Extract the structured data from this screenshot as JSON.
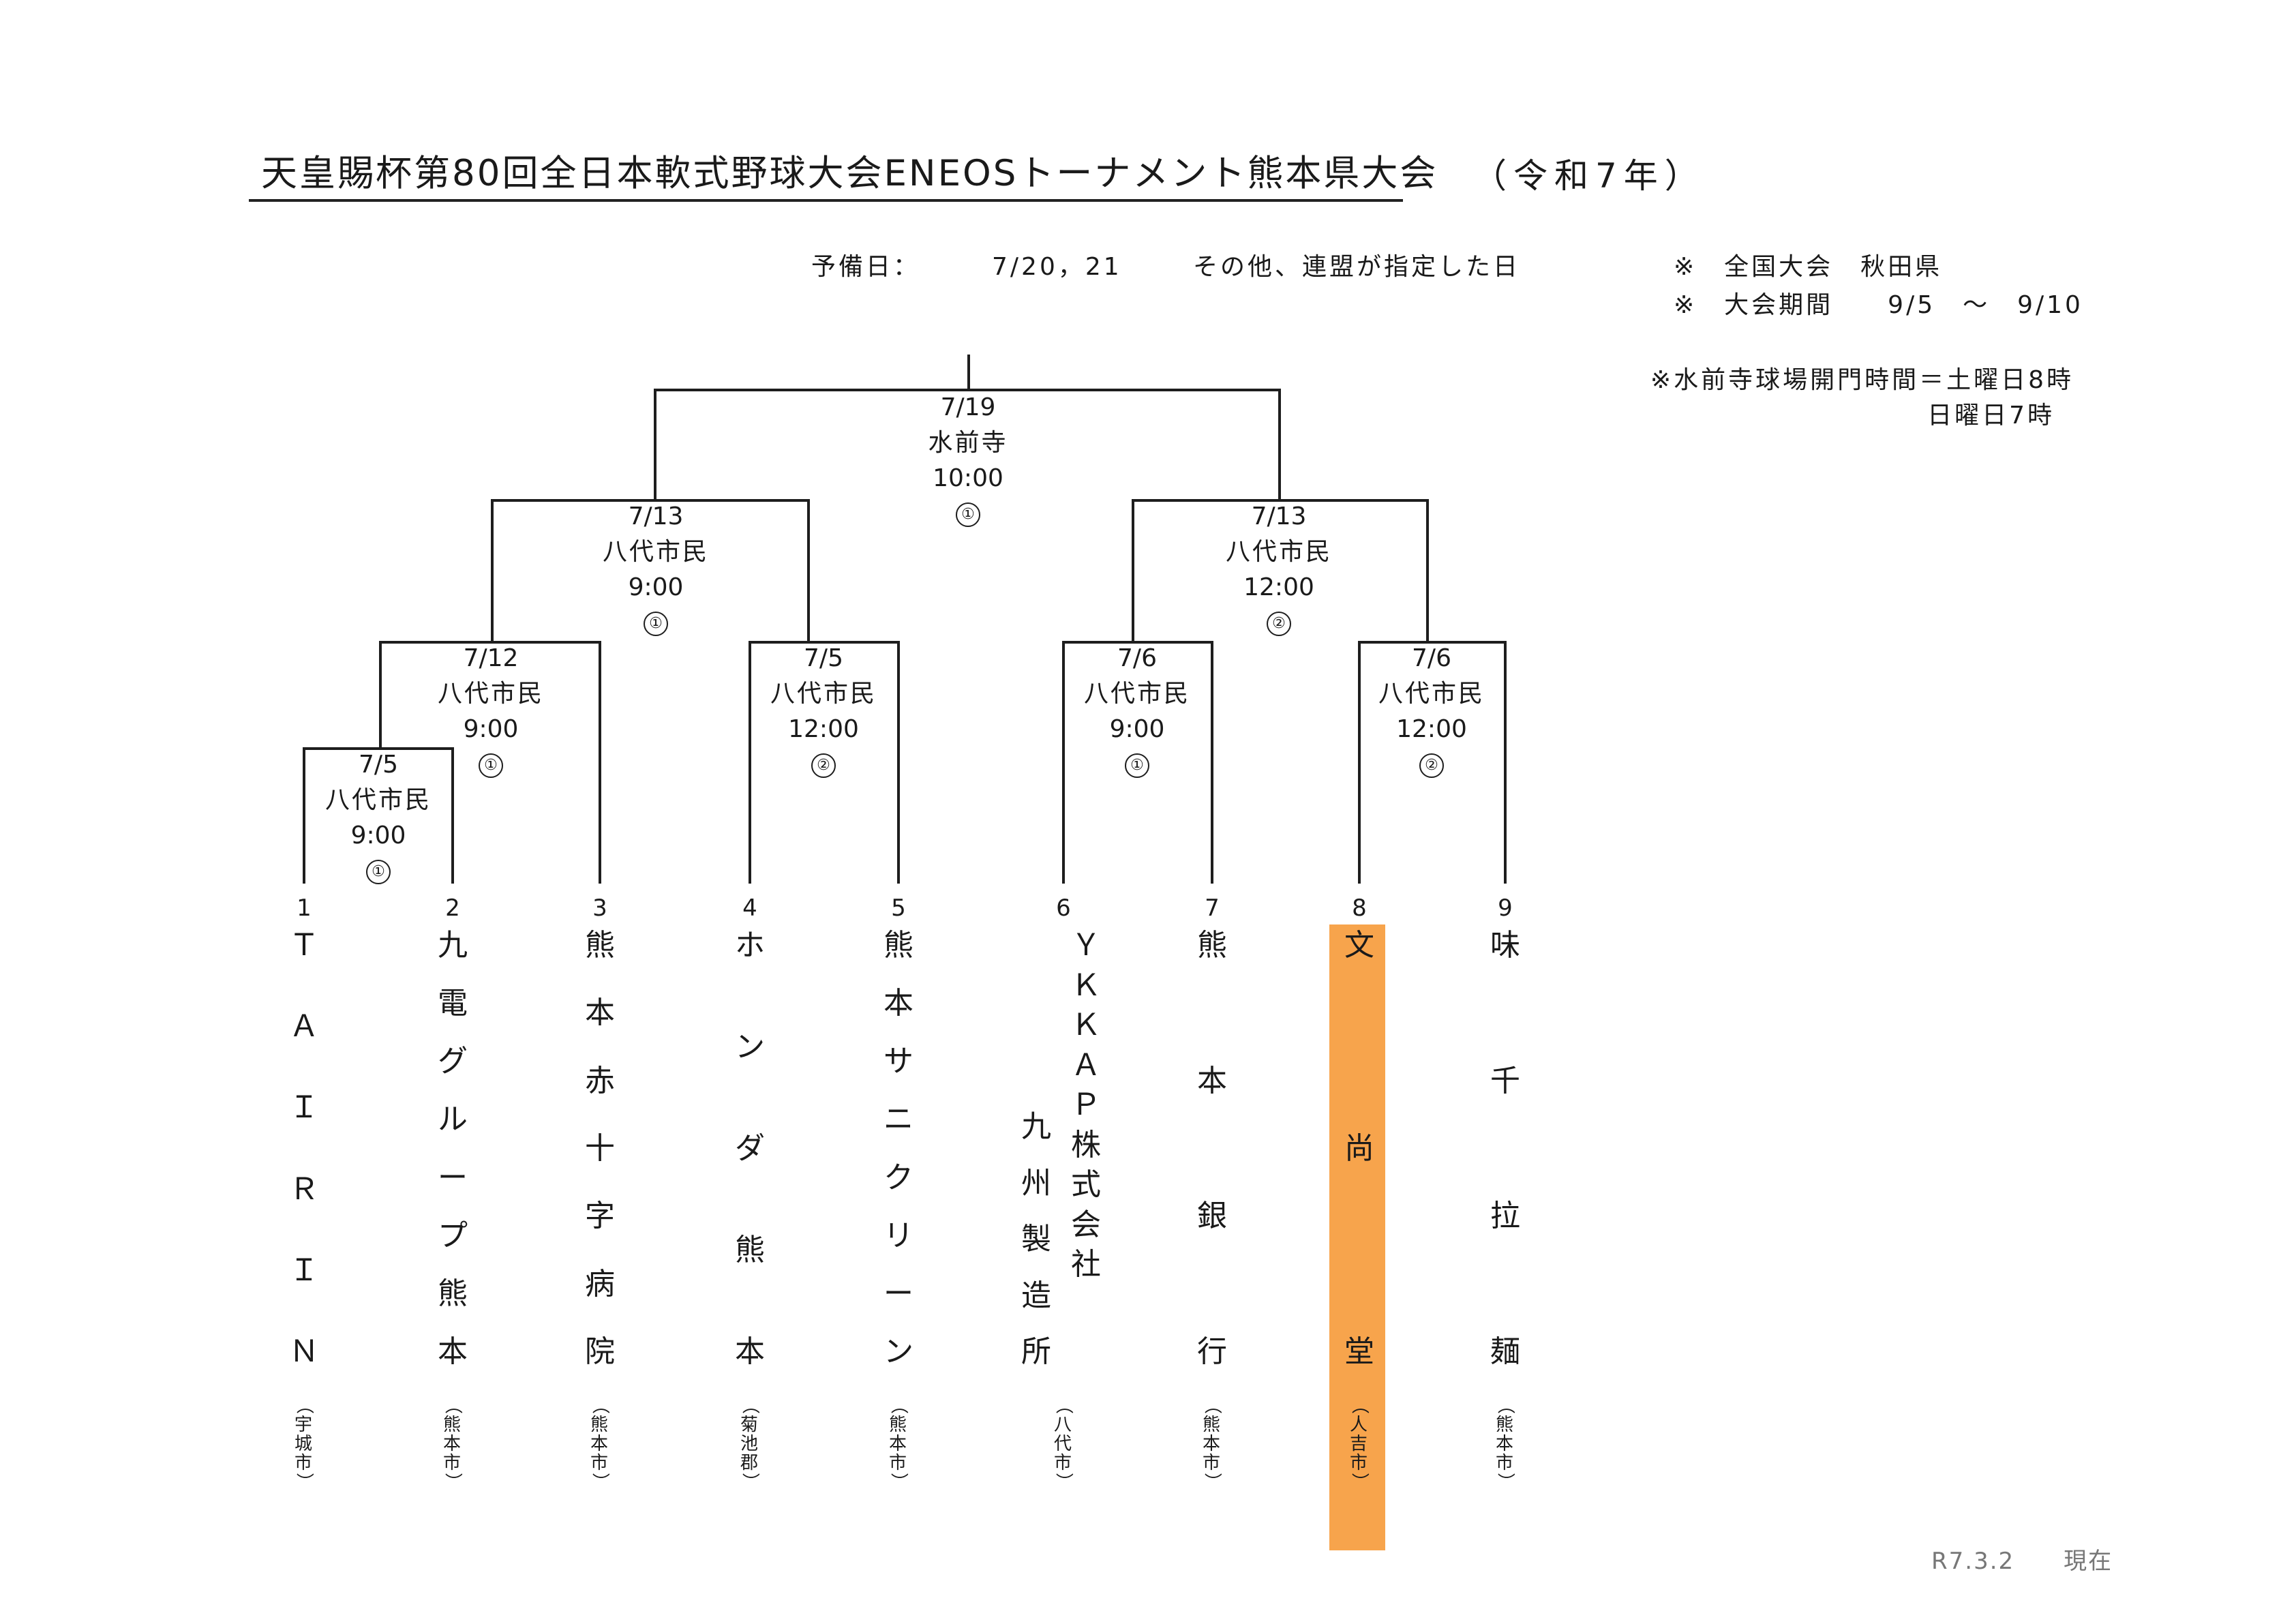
{
  "header": {
    "title": "天皇賜杯第80回全日本軟式野球大会ENEOSトーナメント熊本県大会",
    "year": "（令和7年）"
  },
  "info": {
    "reserve_label": "予備日：",
    "reserve_dates": "7/20，21",
    "reserve_note": "その他、連盟が指定した日",
    "national_line": "※　全国大会　秋田県",
    "period_line": "※　大会期間　　9/5　～　9/10",
    "gate_line1": "※水前寺球場開門時間＝土曜日8時",
    "gate_line2": "日曜日7時"
  },
  "matches": {
    "final": {
      "date": "7/19",
      "venue": "水前寺",
      "time": "10:00",
      "field": "①"
    },
    "semi_left": {
      "date": "7/13",
      "venue": "八代市民",
      "time": "9:00",
      "field": "①"
    },
    "semi_right": {
      "date": "7/13",
      "venue": "八代市民",
      "time": "12:00",
      "field": "②"
    },
    "qf_a": {
      "date": "7/12",
      "venue": "八代市民",
      "time": "9:00",
      "field": "①"
    },
    "qf_b": {
      "date": "7/5",
      "venue": "八代市民",
      "time": "12:00",
      "field": "②"
    },
    "qf_c": {
      "date": "7/6",
      "venue": "八代市民",
      "time": "9:00",
      "field": "①"
    },
    "qf_d": {
      "date": "7/6",
      "venue": "八代市民",
      "time": "12:00",
      "field": "②"
    },
    "r1": {
      "date": "7/5",
      "venue": "八代市民",
      "time": "9:00",
      "field": "①"
    }
  },
  "teams": [
    {
      "number": "1",
      "name": "ＴＡＩＲＩＮ",
      "city": "（宇城市）"
    },
    {
      "number": "2",
      "name": "九電グループ熊本",
      "city": "（熊本市）"
    },
    {
      "number": "3",
      "name": "熊本赤十字病院",
      "city": "（熊本市）"
    },
    {
      "number": "4",
      "name": "ホンダ熊本",
      "city": "（菊池郡）"
    },
    {
      "number": "5",
      "name": "熊本サニクリーン",
      "city": "（熊本市）"
    },
    {
      "number": "6",
      "name": "九州製造所",
      "name2": "ＹＫＫＡＰ株式会社",
      "city": "（八代市）"
    },
    {
      "number": "7",
      "name": "熊本銀行",
      "city": "（熊本市）"
    },
    {
      "number": "8",
      "name": "文尚堂",
      "city": "（人吉市）",
      "highlight": true
    },
    {
      "number": "9",
      "name": "味千拉麺",
      "city": "（熊本市）"
    }
  ],
  "colors": {
    "highlight": "#f7a44c",
    "line": "#1e1e1e"
  },
  "footer": {
    "asof": "R7.3.2　　現在"
  }
}
